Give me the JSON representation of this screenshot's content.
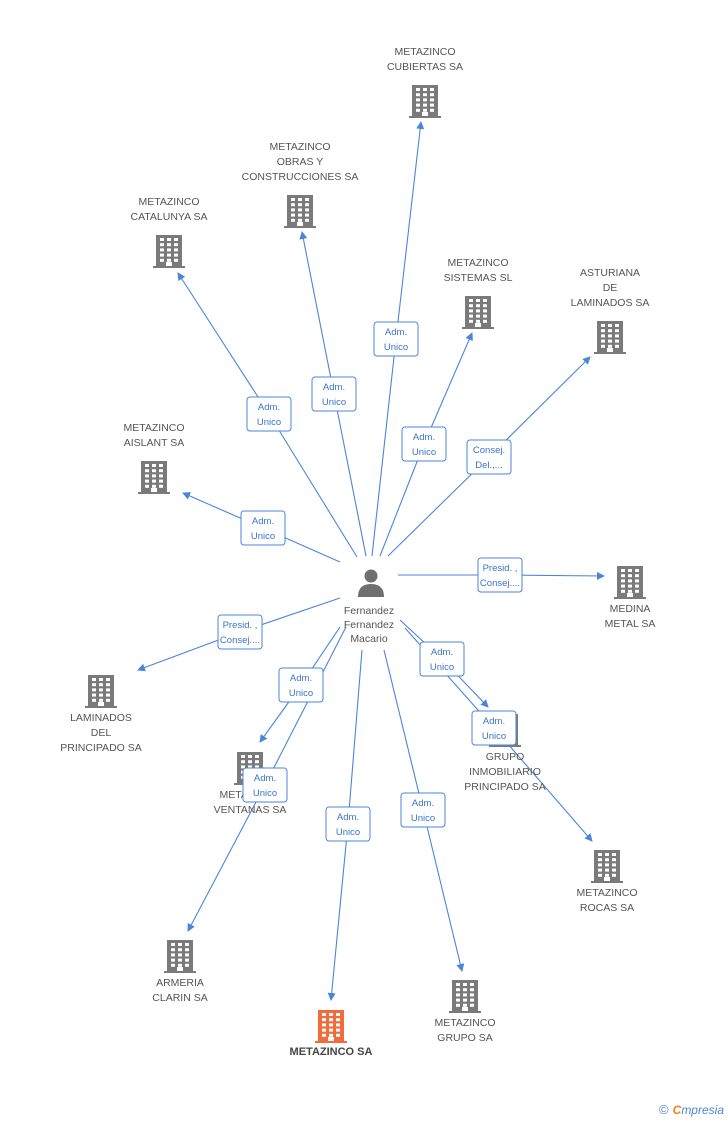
{
  "center": {
    "name": [
      "Fernandez",
      "Fernandez",
      "Macario"
    ],
    "icon": "person-icon"
  },
  "companies": [
    {
      "id": "cubiertas",
      "label": [
        "METAZINCO",
        "CUBIERTAS SA"
      ],
      "icon": "building-icon",
      "color": "#7a7a7a"
    },
    {
      "id": "obras",
      "label": [
        "METAZINCO",
        "OBRAS Y",
        "CONSTRUCCIONES SA"
      ],
      "icon": "building-icon",
      "color": "#7a7a7a"
    },
    {
      "id": "catalunya",
      "label": [
        "METAZINCO",
        "CATALUNYA SA"
      ],
      "icon": "building-icon",
      "color": "#7a7a7a"
    },
    {
      "id": "sistemas",
      "label": [
        "METAZINCO",
        "SISTEMAS SL"
      ],
      "icon": "building-icon",
      "color": "#7a7a7a"
    },
    {
      "id": "asturiana",
      "label": [
        "ASTURIANA",
        "DE",
        "LAMINADOS SA"
      ],
      "icon": "building-icon",
      "color": "#7a7a7a"
    },
    {
      "id": "aislant",
      "label": [
        "METAZINCO",
        "AISLANT SA"
      ],
      "icon": "building-icon",
      "color": "#7a7a7a"
    },
    {
      "id": "medina",
      "label": [
        "MEDINA",
        "METAL SA"
      ],
      "icon": "building-icon",
      "color": "#7a7a7a"
    },
    {
      "id": "laminados",
      "label": [
        "LAMINADOS",
        "DEL",
        "PRINCIPADO SA"
      ],
      "icon": "building-icon",
      "color": "#7a7a7a"
    },
    {
      "id": "ventanas",
      "label": [
        "METAZINCO",
        "VENTANAS SA"
      ],
      "icon": "building-icon",
      "color": "#7a7a7a"
    },
    {
      "id": "inmobiliario",
      "label": [
        "GRUPO",
        "INMOBILIARIO",
        "PRINCIPADO SA"
      ],
      "icon": "building-icon",
      "color": "#7a7a7a"
    },
    {
      "id": "rocas",
      "label": [
        "METAZINCO",
        "ROCAS SA"
      ],
      "icon": "building-icon",
      "color": "#7a7a7a"
    },
    {
      "id": "armeria",
      "label": [
        "ARMERIA",
        "CLARIN SA"
      ],
      "icon": "building-icon",
      "color": "#7a7a7a"
    },
    {
      "id": "metazinco",
      "label": [
        "METAZINCO SA"
      ],
      "icon": "building-icon",
      "color": "#f26b3a",
      "highlight": true
    },
    {
      "id": "grupo",
      "label": [
        "METAZINCO",
        "GRUPO SA"
      ],
      "icon": "building-icon",
      "color": "#7a7a7a"
    }
  ],
  "edges": [
    {
      "to": "cubiertas",
      "role": [
        "Adm.",
        "Unico"
      ]
    },
    {
      "to": "obras",
      "role": [
        "Adm.",
        "Unico"
      ]
    },
    {
      "to": "catalunya",
      "role": [
        "Adm.",
        "Unico"
      ]
    },
    {
      "to": "sistemas",
      "role": [
        "Adm.",
        "Unico"
      ]
    },
    {
      "to": "asturiana",
      "role": [
        "Consej.",
        "Del.,..."
      ]
    },
    {
      "to": "aislant",
      "role": [
        "Adm.",
        "Unico"
      ]
    },
    {
      "to": "medina",
      "role": [
        "Presid. ,",
        "Consej...."
      ]
    },
    {
      "to": "laminados",
      "role": [
        "Presid. ,",
        "Consej...."
      ]
    },
    {
      "to": "ventanas",
      "role": [
        "Adm.",
        "Unico"
      ]
    },
    {
      "to": "inmobiliario",
      "role": [
        "Adm.",
        "Unico"
      ]
    },
    {
      "to": "rocas",
      "role": [
        "Adm.",
        "Unico"
      ]
    },
    {
      "to": "armeria",
      "role": [
        "Adm.",
        "Unico"
      ]
    },
    {
      "to": "metazinco",
      "role": [
        "Adm.",
        "Unico"
      ]
    },
    {
      "to": "grupo",
      "role": [
        "Adm.",
        "Unico"
      ]
    }
  ],
  "footer": {
    "copyright": "©",
    "brand_first": "C",
    "brand_rest": "mpresia"
  }
}
